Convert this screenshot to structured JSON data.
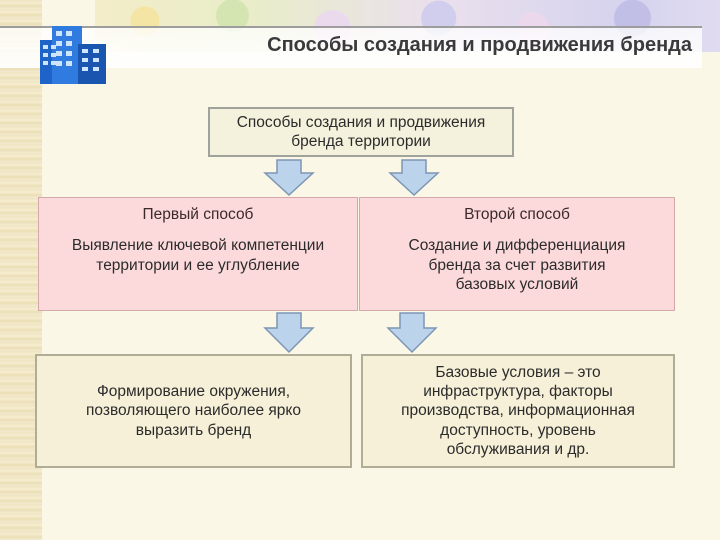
{
  "header": {
    "title": "Способы создания и продвижения бренда"
  },
  "diagram": {
    "root": {
      "lines": [
        "Способы создания и продвижения",
        "бренда территории"
      ]
    },
    "first": {
      "heading": "Первый способ",
      "lines": [
        "Выявление ключевой компетенции",
        "территории и ее углубление"
      ]
    },
    "second": {
      "heading": "Второй способ",
      "lines": [
        "Создание и дифференциация",
        "бренда за счет развития",
        "базовых условий"
      ]
    },
    "first_result": {
      "lines": [
        "Формирование окружения,",
        "позволяющего наиболее ярко",
        "выразить бренд"
      ]
    },
    "second_result": {
      "lines": [
        "Базовые условия – это",
        "инфраструктура, факторы",
        "производства, информационная",
        "доступность, уровень",
        "обслуживания и др."
      ]
    }
  },
  "colors": {
    "arrow_fill": "#bcd3ec",
    "arrow_stroke": "#7d96b3",
    "pink_box": "#fcdadc",
    "cream_box": "#f6f0d8"
  }
}
